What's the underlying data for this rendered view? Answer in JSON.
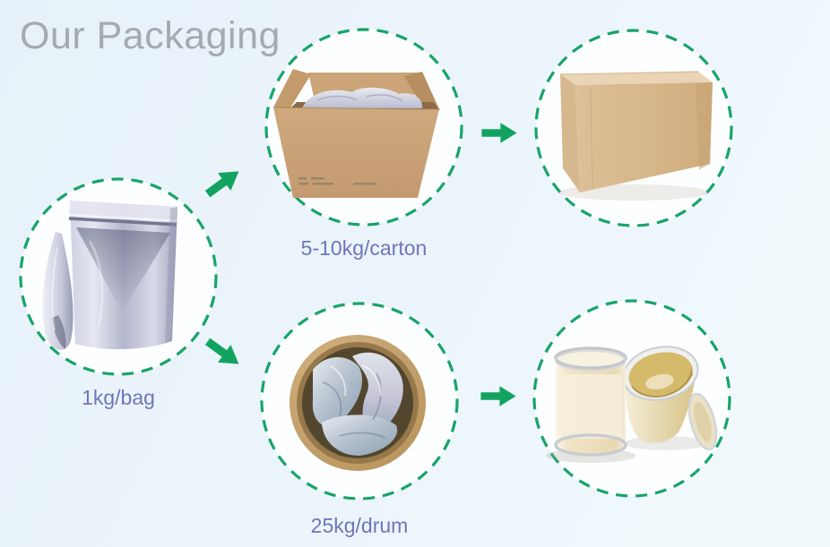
{
  "title": "Our Packaging",
  "nodes": {
    "bag": {
      "label": "1kg/bag"
    },
    "carton": {
      "label": "5-10kg/carton"
    },
    "box": {},
    "drum": {
      "label": "25kg/drum"
    },
    "drums": {}
  },
  "icons": {
    "arrow_up_right": "arrow-up-right-icon",
    "arrow_right": "arrow-right-icon",
    "arrow_down_right": "arrow-down-right-icon"
  },
  "colors": {
    "background_left": "#e7f1f9",
    "background_right": "#f2fafd",
    "circle_fill": "#fdfeff",
    "dashed_ring_green": "#17a468",
    "arrow_green": "#13a361",
    "title_gray": "#a4aaaf",
    "label_purple": "#6f76bc",
    "kraft_tan": "#c9a478",
    "foil_silver": "#c3c6d8",
    "drum_cream": "#f1e8cd",
    "drum_interior_amber": "#d0b060"
  }
}
